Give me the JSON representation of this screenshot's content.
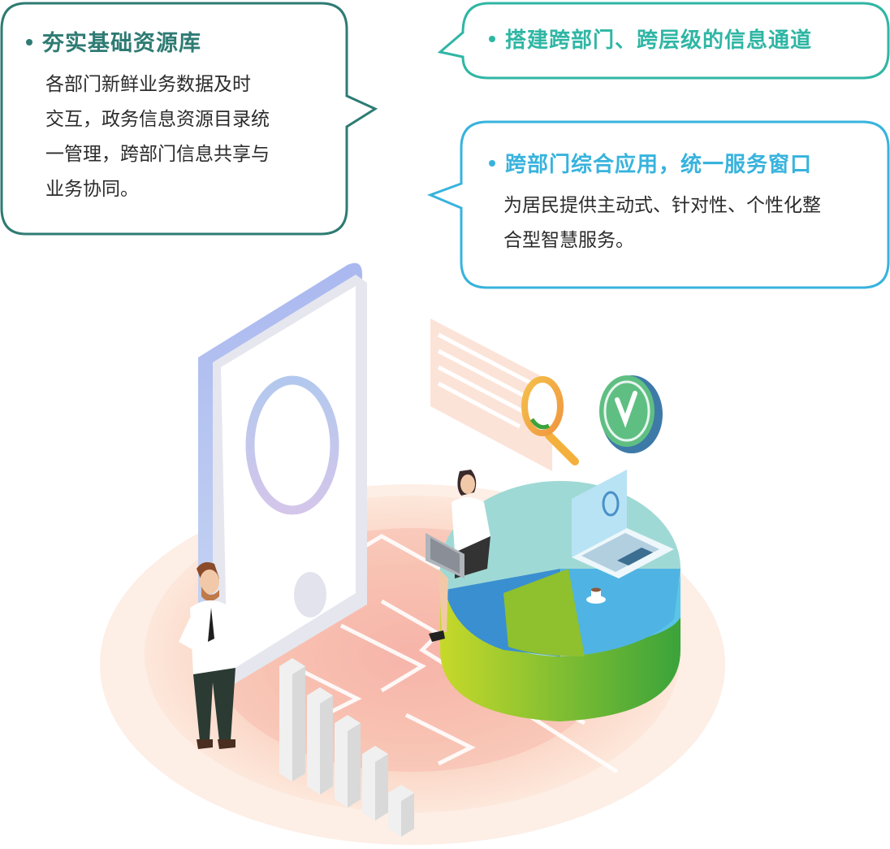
{
  "colors": {
    "teal_dark": "#2e7b73",
    "teal": "#2fb6a4",
    "sky": "#38b3dd",
    "pie_blue": "#3a8fd0",
    "pie_green": "#8fc02d",
    "pie_teal": "#9fd9d5"
  },
  "bubbles": {
    "left": {
      "title": "夯实基础资源库",
      "body": [
        "各部门新鲜业务数据及时",
        "交互，政务信息资源目录统",
        "一管理，跨部门信息共享与",
        "业务协同。"
      ]
    },
    "top_right": {
      "title": "搭建跨部门、跨层级的信息通道"
    },
    "mid_right": {
      "title": "跨部门综合应用，统一服务窗口",
      "body": [
        "为居民提供主动式、针对性、个性化整",
        "合型智慧服务。"
      ]
    }
  },
  "illustration": {
    "icons": [
      "tablet-screen-icon",
      "magnifier-icon",
      "checkmark-badge-icon",
      "document-icon",
      "laptop-icon",
      "coffee-cup-icon",
      "bar-chart-icon",
      "pie-chart-icon"
    ]
  }
}
